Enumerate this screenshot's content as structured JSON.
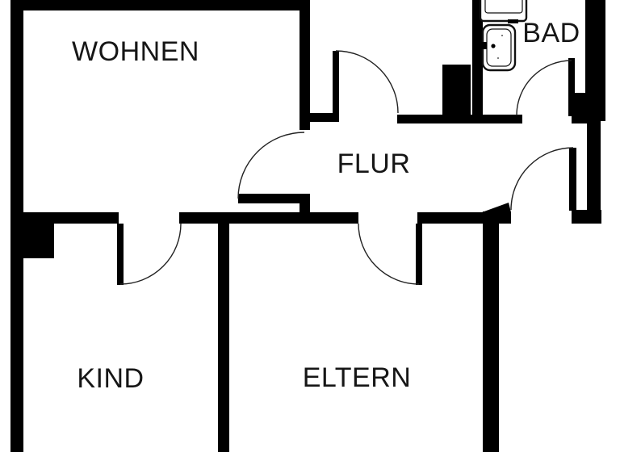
{
  "plan": {
    "kind": "apartment-floor-plan",
    "background": "#ffffff"
  },
  "colors": {
    "wall": "#000000",
    "door_leaf": "#000000",
    "door_arc": "#222222",
    "label_text": "#161616",
    "fixture_outline": "#111111"
  },
  "rooms": [
    {
      "id": "wohnen",
      "label": "WOHNEN"
    },
    {
      "id": "bad",
      "label": "BAD"
    },
    {
      "id": "flur",
      "label": "FLUR"
    },
    {
      "id": "kind",
      "label": "KIND"
    },
    {
      "id": "eltern",
      "label": "ELTERN"
    }
  ],
  "fixtures": [
    {
      "id": "bathtub-fixture",
      "note": "partially-cropped-at-top-edge"
    },
    {
      "id": "sink-fixture"
    }
  ],
  "doors": [
    {
      "id": "wohnen-door"
    },
    {
      "id": "kind-door"
    },
    {
      "id": "eltern-door"
    },
    {
      "id": "kitchen-door"
    },
    {
      "id": "bad-door"
    },
    {
      "id": "entry-door"
    }
  ]
}
